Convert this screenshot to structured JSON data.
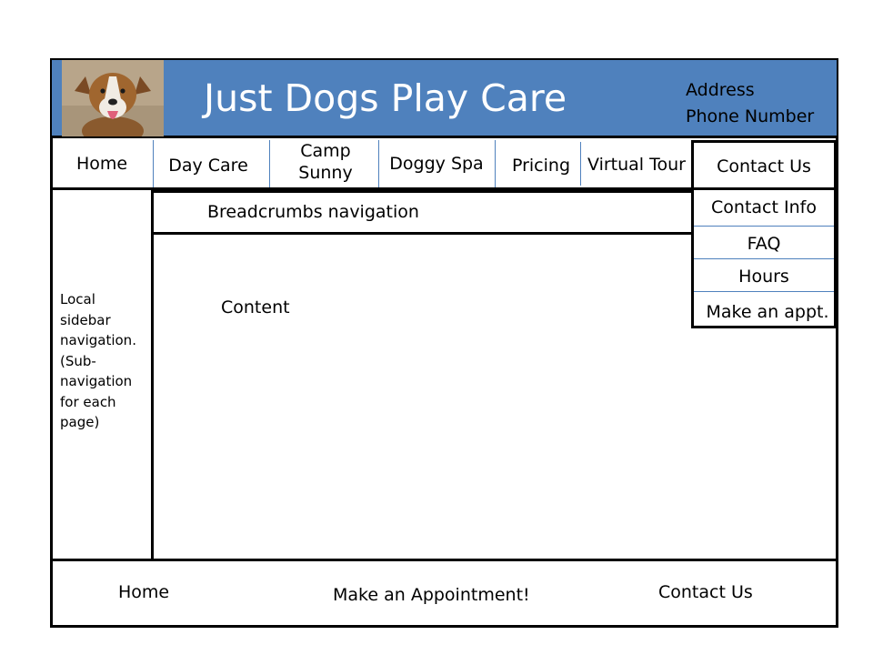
{
  "header": {
    "title": "Just Dogs Play Care",
    "address": "Address",
    "phone": "Phone Number",
    "colors": {
      "banner": "#4f81bd",
      "title_text": "#ffffff"
    }
  },
  "nav": {
    "items": [
      {
        "label": "Home"
      },
      {
        "label": "Day Care"
      },
      {
        "label": "Camp\nSunny"
      },
      {
        "label": "Doggy Spa"
      },
      {
        "label": "Pricing"
      },
      {
        "label": "Virtual Tour"
      },
      {
        "label": "Contact Us"
      }
    ]
  },
  "dropdown": {
    "items": [
      {
        "label": "Contact Info"
      },
      {
        "label": "FAQ"
      },
      {
        "label": "Hours"
      },
      {
        "label": "Make an appt."
      }
    ]
  },
  "breadcrumb": {
    "label": "Breadcrumbs navigation"
  },
  "sidebar": {
    "text": "Local\nsidebar\nnavigation.\n(Sub-\nnavigation\nfor each\npage)"
  },
  "content": {
    "label": "Content"
  },
  "footer": {
    "home": "Home",
    "appointment": "Make an Appointment!",
    "contact": "Contact Us"
  }
}
